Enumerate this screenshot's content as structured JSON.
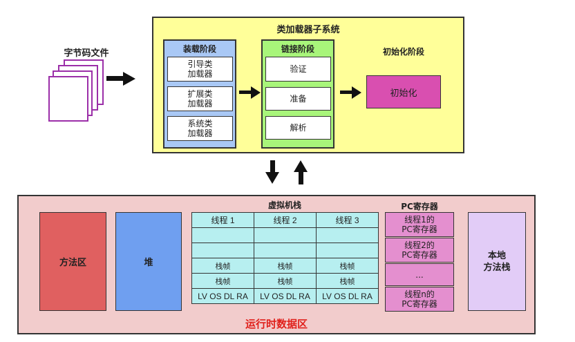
{
  "bytecode_label": "字节码文件",
  "subsystem": {
    "title": "类加载器子系统",
    "loading": {
      "title": "装载阶段",
      "items": [
        "引导类\n加载器",
        "扩展类\n加载器",
        "系统类\n加载器"
      ]
    },
    "linking": {
      "title": "链接阶段",
      "items": [
        "验证",
        "准备",
        "解析"
      ]
    },
    "init": {
      "title": "初始化阶段",
      "box": "初始化"
    }
  },
  "runtime": {
    "title": "运行时数据区",
    "method_area": "方法区",
    "heap": "堆",
    "vm_stack": {
      "title": "虚拟机栈",
      "threads": [
        "线程 1",
        "线程 2",
        "线程 3"
      ],
      "rows": [
        [
          "",
          "",
          ""
        ],
        [
          "",
          "",
          ""
        ],
        [
          "栈帧",
          "栈帧",
          "栈帧"
        ],
        [
          "栈帧",
          "栈帧",
          "栈帧"
        ],
        [
          "LV OS DL RA",
          "LV OS DL RA",
          "LV OS DL RA"
        ]
      ]
    },
    "pc_register": {
      "title": "PC寄存器",
      "items": [
        "线程1的\nPC寄存器",
        "线程2的\nPC寄存器",
        "...",
        "线程n的\nPC寄存器"
      ]
    },
    "native_stack": "本地\n方法栈"
  },
  "colors": {
    "subsystem_bg": "#ffff99",
    "loading_bg": "#a9c8f5",
    "linking_bg": "#a8f57a",
    "init_bg": "#d94fb0",
    "runtime_bg": "#f2cccc",
    "method_area_bg": "#e06060",
    "heap_bg": "#6f9ff0",
    "vm_stack_cell_bg": "#b7eff0",
    "pc_cell_bg": "#e48fcf",
    "native_stack_bg": "#e2ccf7",
    "title_red": "#e0201b"
  }
}
